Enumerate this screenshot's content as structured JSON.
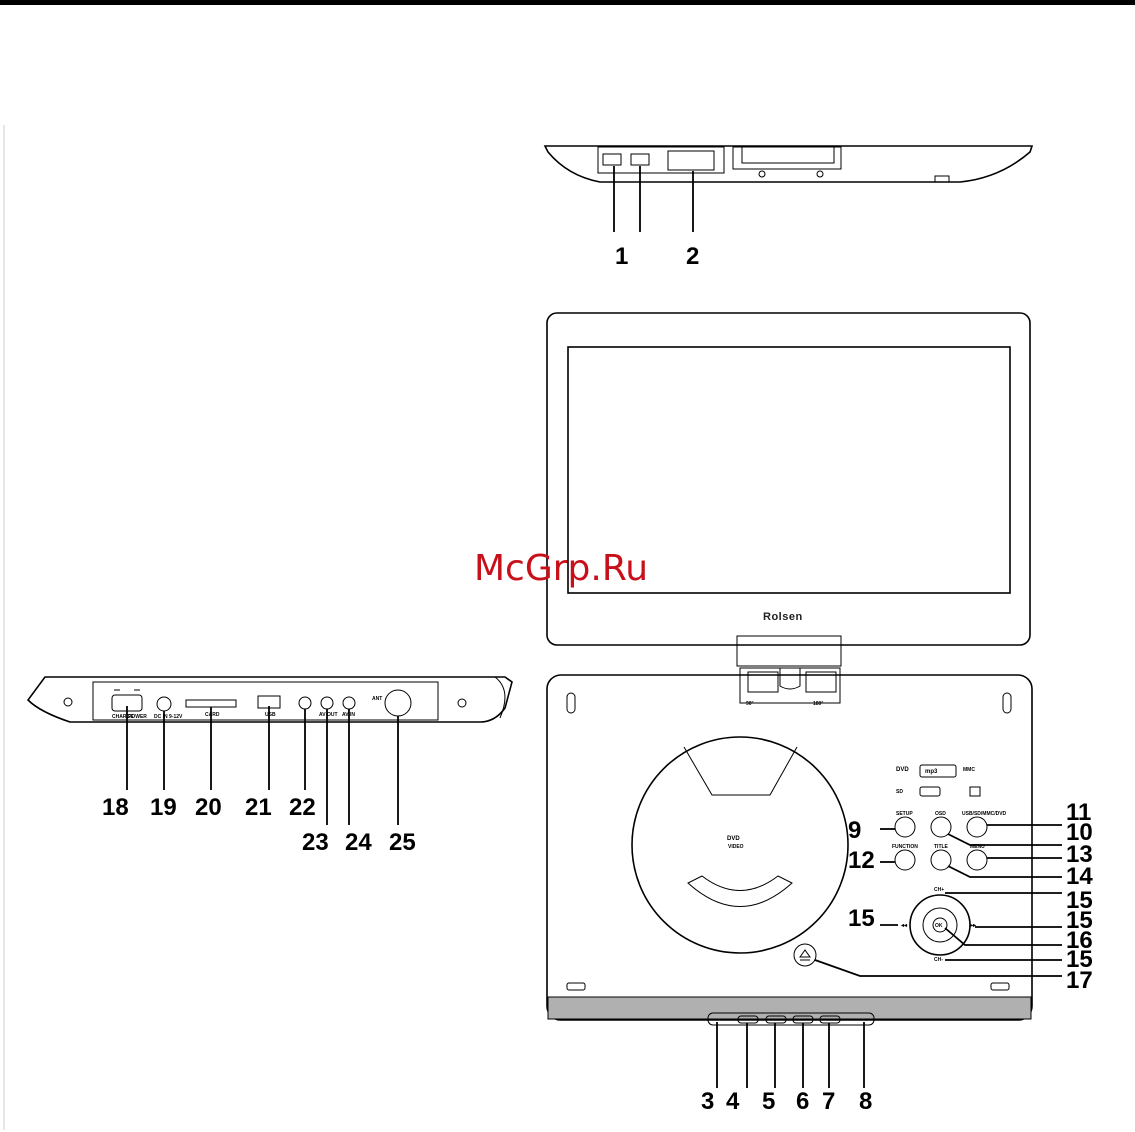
{
  "figure": {
    "callouts": [
      "1",
      "2",
      "3",
      "4",
      "5",
      "6",
      "7",
      "8",
      "9",
      "10",
      "11",
      "12",
      "13",
      "14",
      "15",
      "15",
      "15",
      "15",
      "16",
      "17",
      "18",
      "19",
      "20",
      "21",
      "22",
      "23",
      "24",
      "25"
    ],
    "watermark": "McGrp.Ru",
    "brand": "Rolsen",
    "top_panel": {
      "labels": [
        "SETUP",
        "OSD",
        "USB/SD/MMC/DVD",
        "FUNCTION",
        "TITLE",
        "MENU",
        "CH+",
        "CH-",
        "OK"
      ],
      "disc_logo": "DVD",
      "disc_sub": "VIDEO",
      "format_logos": [
        "DVD",
        "mp3",
        "SD",
        "MMC"
      ],
      "hinge": [
        "90°",
        "180°"
      ]
    },
    "side_panel": {
      "labels": [
        "CHARGE",
        "POWER",
        "DC IN 9-12V",
        "CARD",
        "USB",
        "AV OUT",
        "AV IN",
        "ANT"
      ]
    }
  }
}
